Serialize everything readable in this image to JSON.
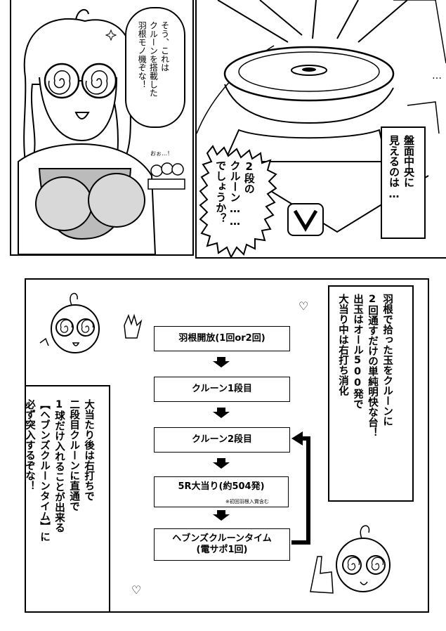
{
  "panel1": {
    "speech": "そう、これは\nクルーンを搭載した\n羽根モノ機ぞな！",
    "sfx": "おぉ…！"
  },
  "panel2": {
    "dots": "…",
    "narration": "盤面中央に\n見えるのは…",
    "bubble": "2段の\nクルーン……\nでしょうか？"
  },
  "panel3": {
    "right_box": "羽根で拾った玉をクルーンに\n2回通すだけの単純明快な台！\n出玉はオール500発で\n大当り中は右打ち消化",
    "left_box": "大当たり後は右打ちで\n二段目クルーンに直通で\n1球だけ入れることが出来る\n【ヘブンズクルーンタイム】に\n必ず突入するぞな！",
    "flow": [
      {
        "label": "羽根開放(1回or2回)"
      },
      {
        "label": "クルーン1段目"
      },
      {
        "label": "クルーン2段目"
      },
      {
        "label": "5R大当り(約504発)",
        "note": "※初回羽根入賞含む"
      },
      {
        "label": "ヘブンズクルーンタイム",
        "sub": "(電サポ1回)"
      }
    ]
  }
}
